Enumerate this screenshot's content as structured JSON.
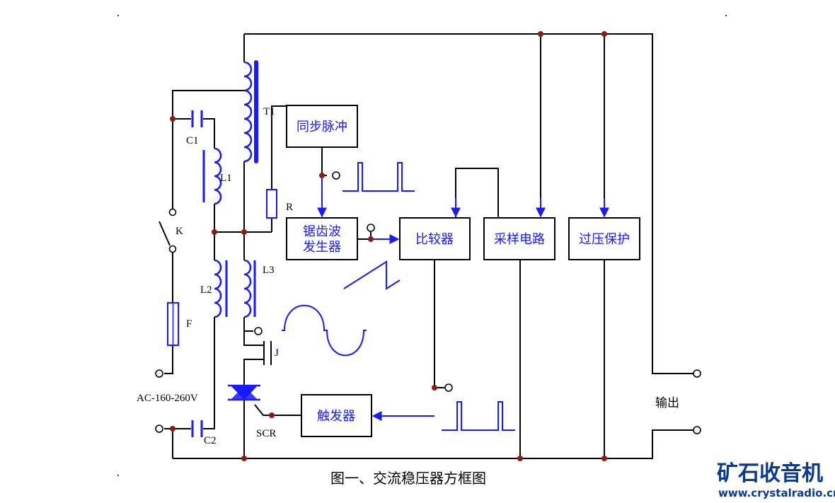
{
  "caption": "图一、交流稳压器方框图",
  "blocks": {
    "sync_pulse": "同步脉冲",
    "sawtooth_line1": "锯齿波",
    "sawtooth_line2": "发生器",
    "comparator": "比较器",
    "sampling": "采样电路",
    "overvoltage": "过压保护",
    "trigger": "触发器"
  },
  "components": {
    "t1": "T1",
    "c1": "C1",
    "l1": "L1",
    "r": "R",
    "k": "K",
    "l2": "L2",
    "l3": "L3",
    "f": "F",
    "j": "J",
    "scr": "SCR",
    "c2": "C2"
  },
  "input_label": "AC-160-260V",
  "output_label": "输出",
  "watermark": {
    "name": "矿石收音机",
    "url": "www.crystalradio.cn"
  },
  "colors": {
    "wire": "#000000",
    "signal": "#1a1aff",
    "junction": "#8b1a1a",
    "watermark": "#0a3a8c"
  }
}
